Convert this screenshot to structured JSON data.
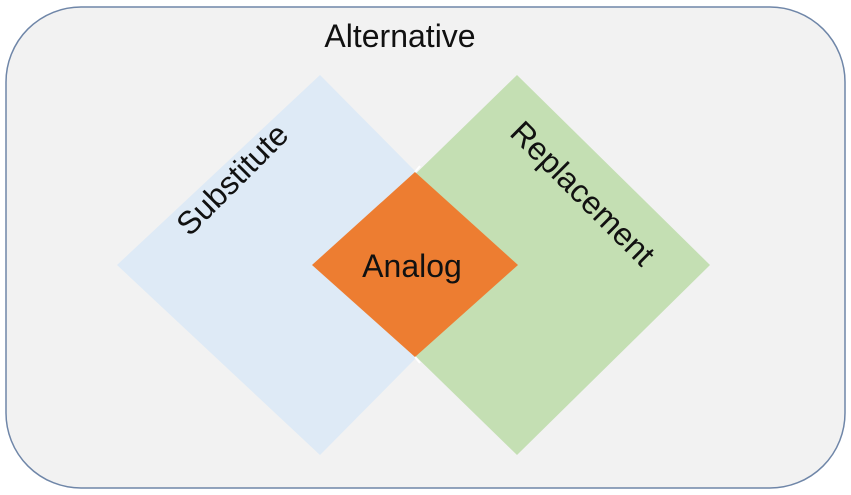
{
  "diagram": {
    "title": "Alternative",
    "sets": {
      "left": {
        "label": "Substitute"
      },
      "right": {
        "label": "Replacement"
      },
      "overlap": {
        "label": "Analog"
      }
    }
  },
  "colors": {
    "background": "#f2f2f2",
    "border": "#6f86a8",
    "left_fill": "#deeaf6",
    "right_fill": "#c4dfb3",
    "overlap_fill": "#ed7d31",
    "text": "#111111"
  }
}
